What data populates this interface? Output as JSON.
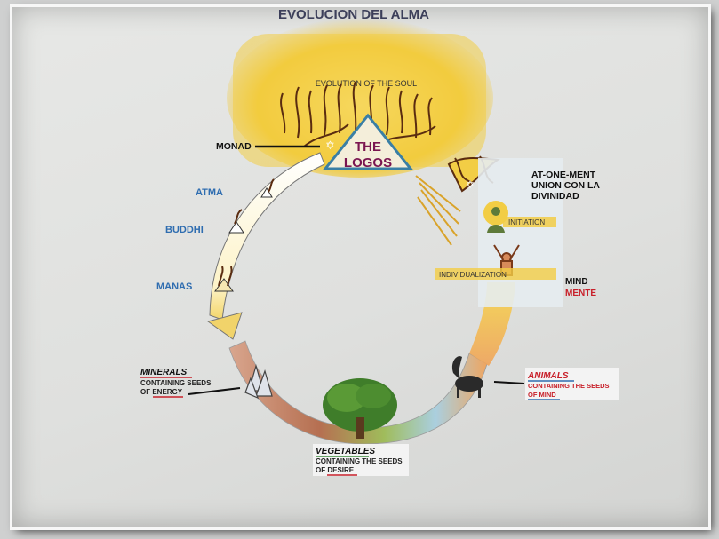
{
  "title": "EVOLUCION DEL ALMA",
  "subtitle": "EVOLUTION OF THE SOUL",
  "logos": [
    "THE",
    "LOGOS"
  ],
  "monad": "MONAD",
  "planes": [
    "ATMA",
    "BUDDHI",
    "MANAS"
  ],
  "atonement": [
    "AT-ONE-MENT",
    "UNION CON LA",
    "DIVINIDAD"
  ],
  "initiation": "INITIATION",
  "individualization": "INDIVIDUALIZATION",
  "mind": "MIND",
  "mente": "MENTE",
  "minerals": {
    "title": "MINERALS",
    "line1": "CONTAINING SEEDS",
    "line2": "OF ENERGY"
  },
  "animals": {
    "title": "ANIMALS",
    "line1": "CONTAINING THE SEEDS",
    "line2": "OF MIND"
  },
  "vegetables": {
    "title": "VEGETABLES",
    "line1": "CONTAINING THE SEEDS",
    "line2": "OF DESIRE"
  },
  "colors": {
    "sun": "#f2cf3b",
    "logos": "#7a1550",
    "blue_text": "#2f6db0",
    "red_line": "#c8202a"
  }
}
